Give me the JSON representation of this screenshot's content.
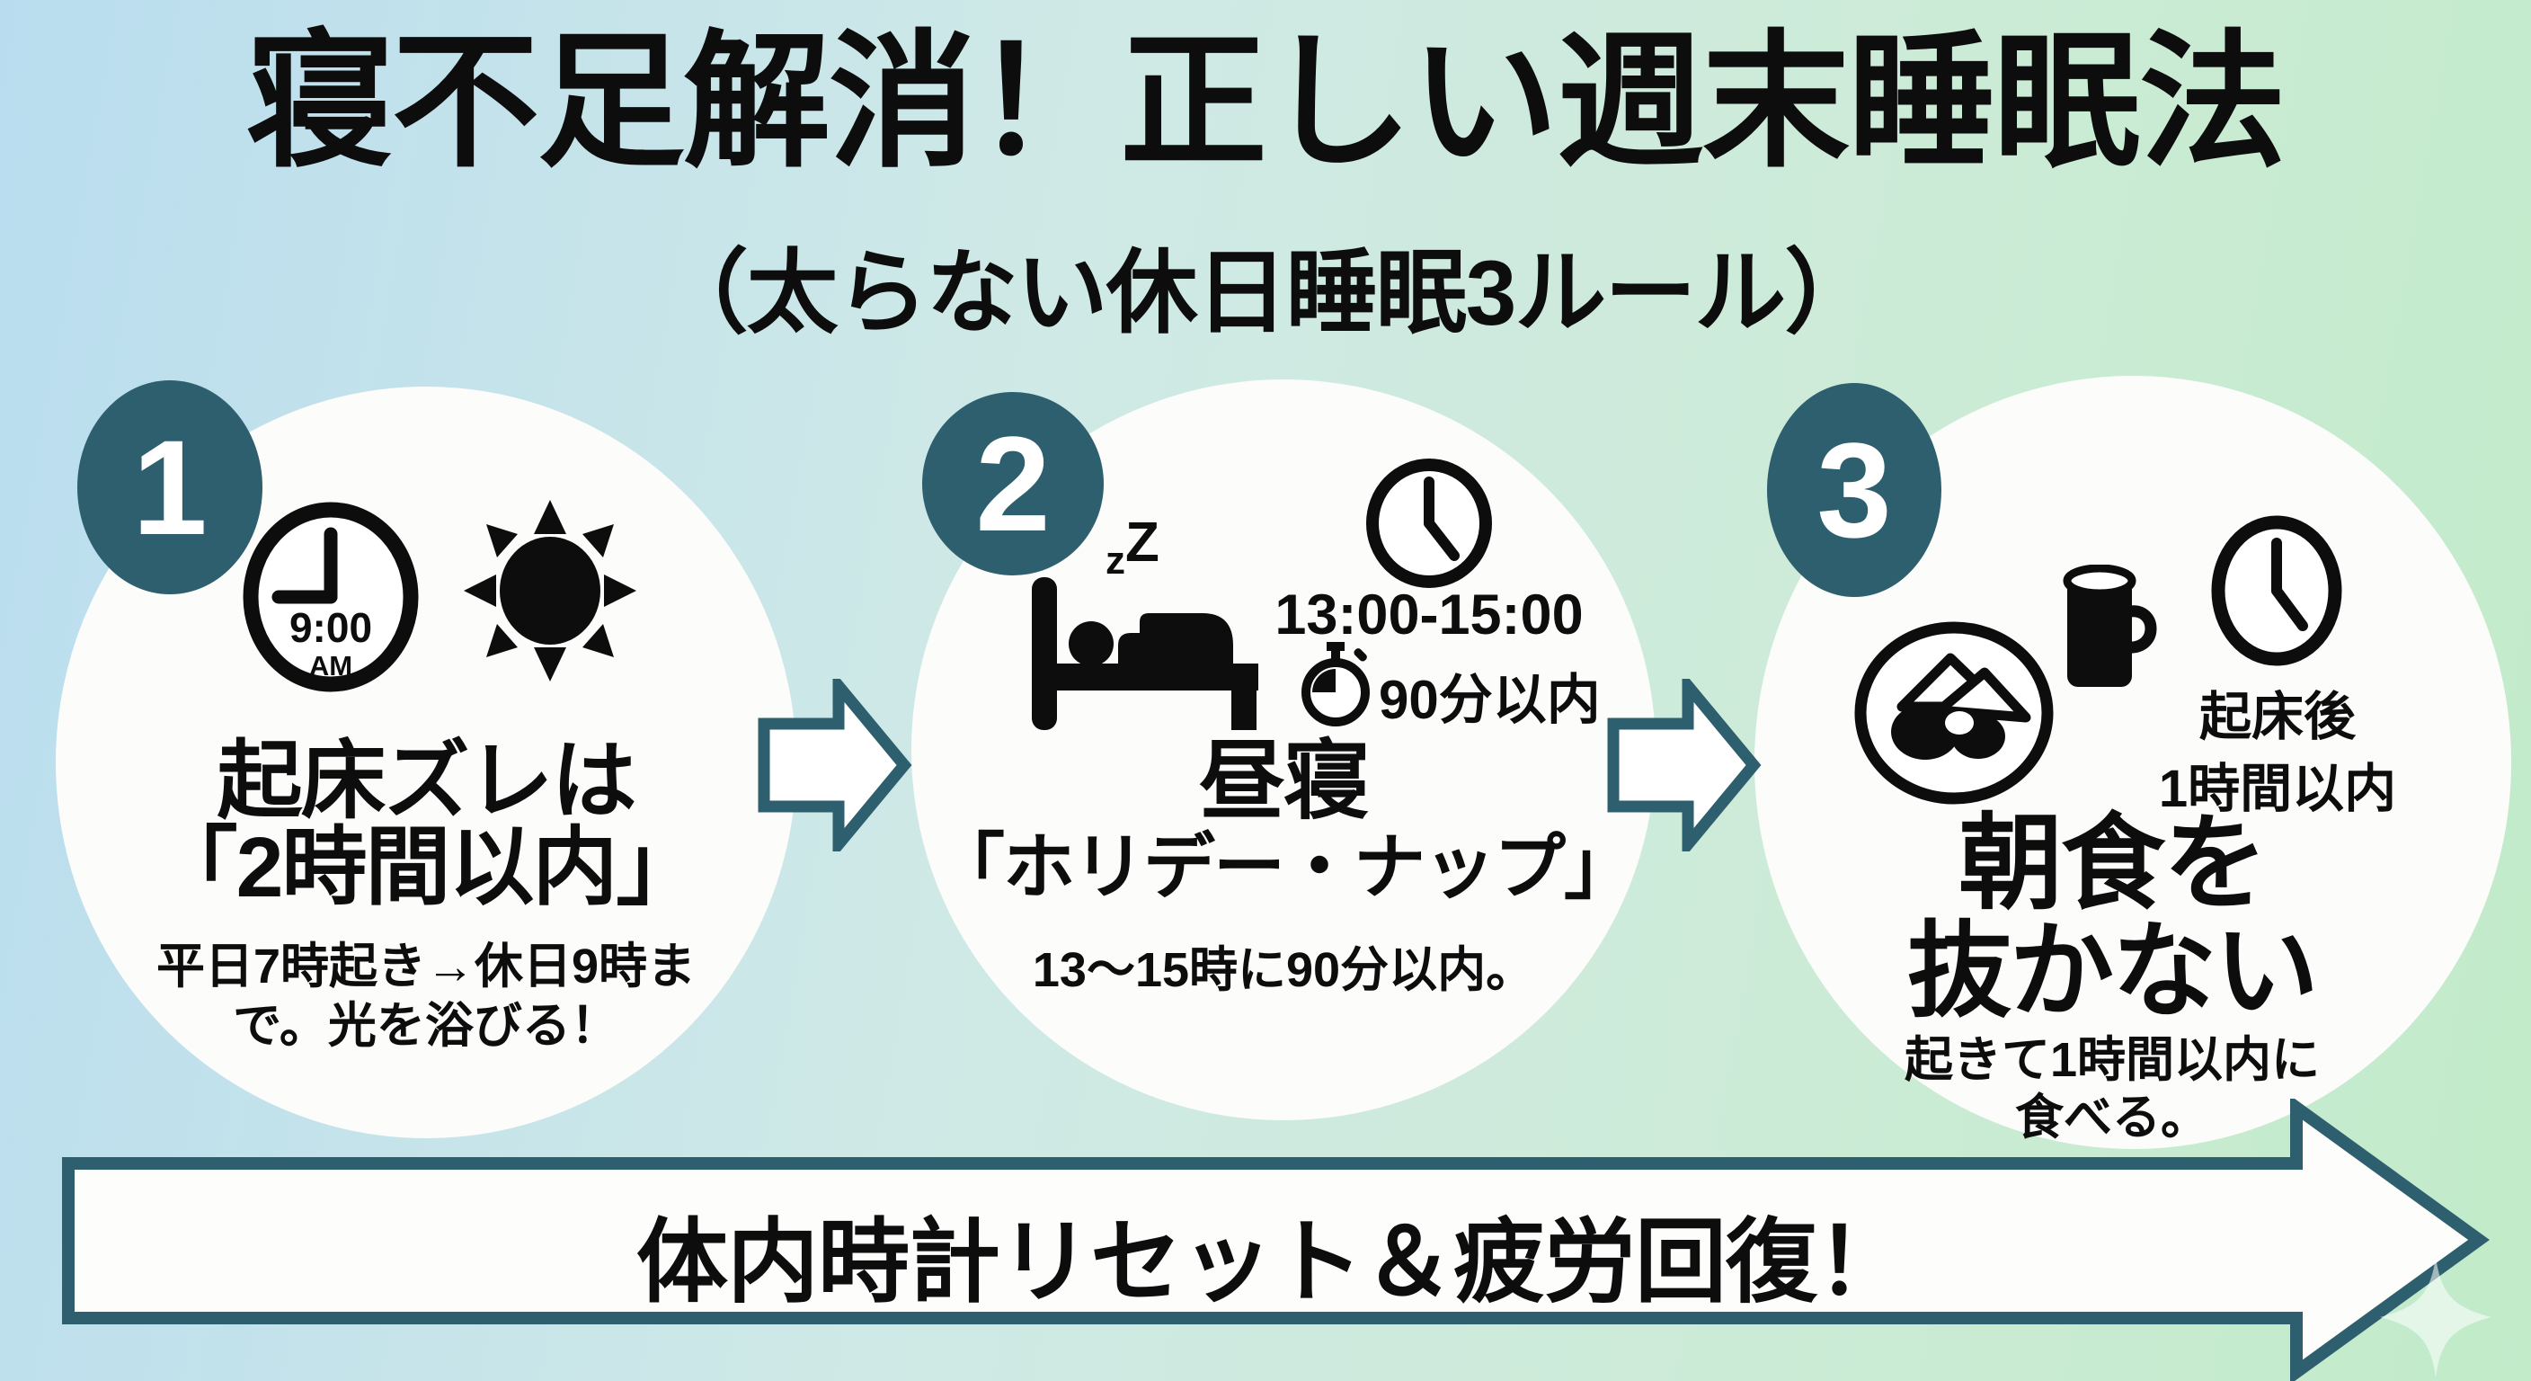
{
  "title": "寝不足解消！正しい週末睡眠法",
  "subtitle": "（太らない休日睡眠3ルール）",
  "colors": {
    "teal": "#2d5f6e",
    "ink": "#0d0d0d",
    "background_left": "#b9ddef",
    "background_right": "#c1ebc9",
    "circle_fill": "#fcfcfa"
  },
  "steps": [
    {
      "number": "1",
      "clock": {
        "time": "9:00",
        "ampm": "AM"
      },
      "heading": [
        "起床ズレは",
        "「2時間以内」"
      ],
      "note": [
        "平日7時起き→休日9時ま",
        "で。光を浴びる！"
      ]
    },
    {
      "number": "2",
      "zzz": {
        "small": "z",
        "large": "Z"
      },
      "time_range": "13:00-15:00",
      "duration": "90分以内",
      "heading": [
        "昼寝",
        "「ホリデー・ナップ」"
      ],
      "note": [
        "13〜15時に90分以内。"
      ]
    },
    {
      "number": "3",
      "clock_caption": [
        "起床後",
        "1時間以内"
      ],
      "heading": [
        "朝食を",
        "抜かない"
      ],
      "note": [
        "起きて1時間以内に",
        "食べる。"
      ]
    }
  ],
  "footer": {
    "text": "体内時計リセット＆疲労回復！"
  }
}
